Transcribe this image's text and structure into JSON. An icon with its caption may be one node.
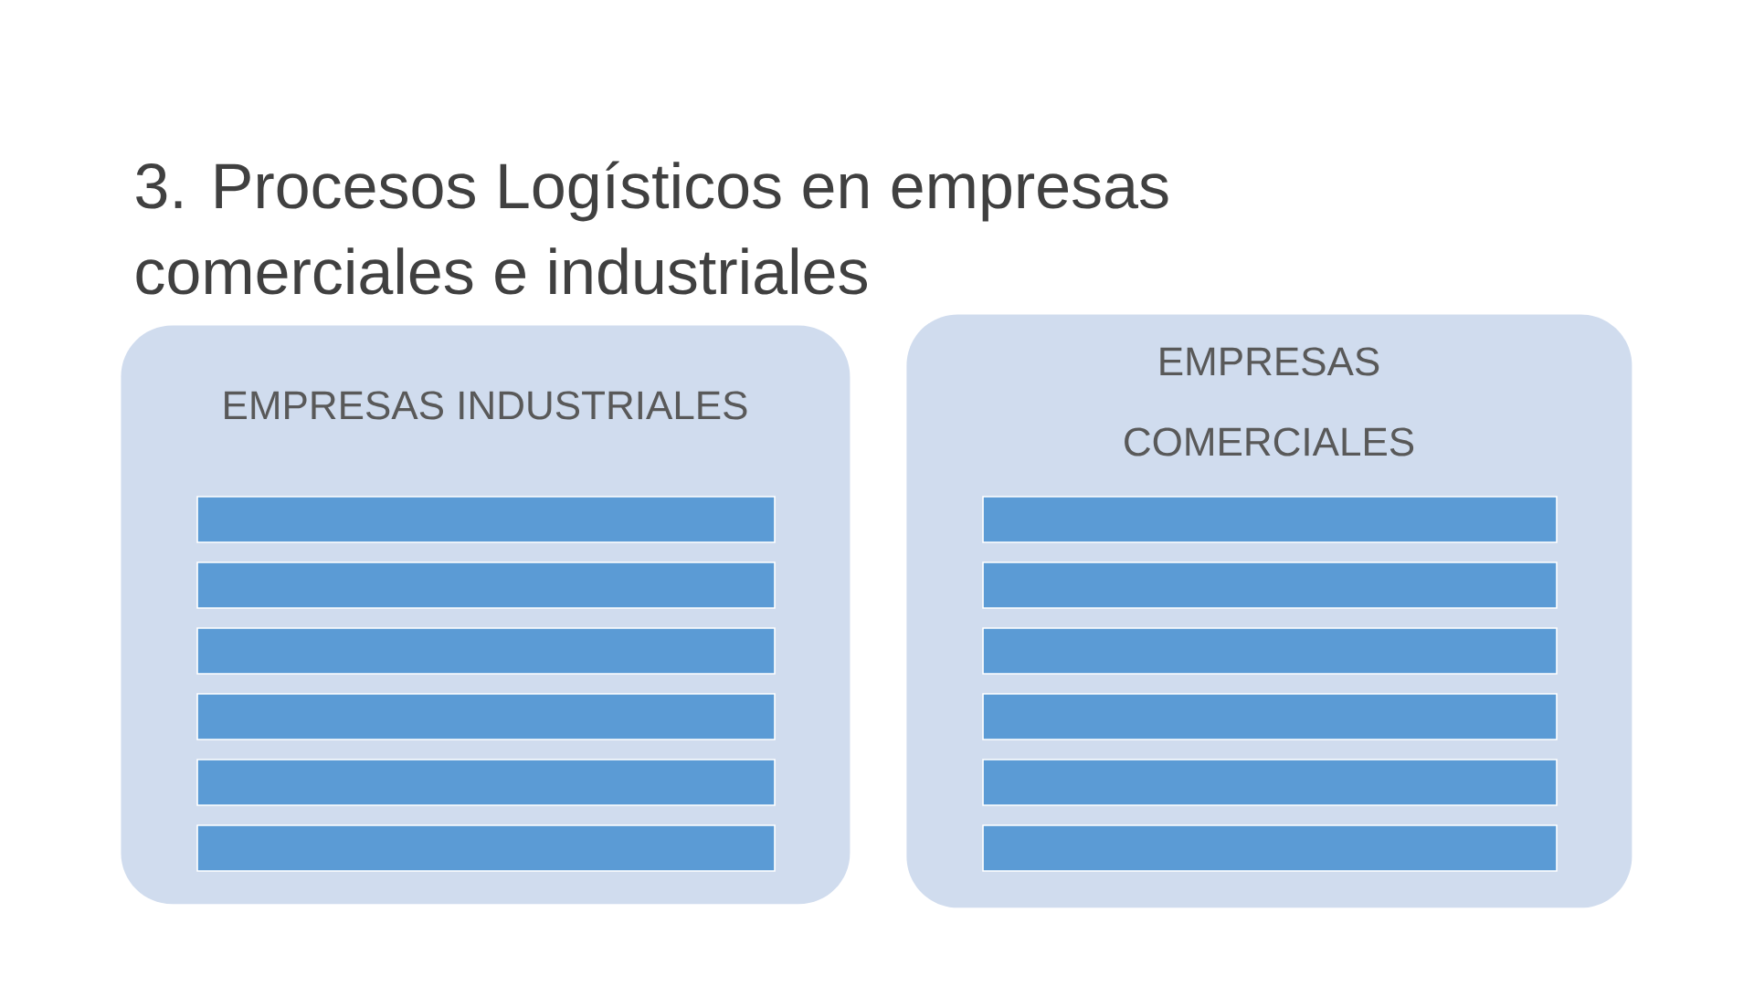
{
  "diagram": {
    "title": "3. Procesos Logísticos en empresas comerciales e industriales",
    "nodes": [
      {
        "text": [
          "EMPRESAS INDUSTRIALES"
        ]
      },
      {
        "text": [],
        "shape": "box",
        "in": 0
      },
      {
        "text": [],
        "shape": "box",
        "in": 0
      },
      {
        "text": [],
        "shape": "box",
        "in": 0
      },
      {
        "text": [],
        "shape": "box",
        "in": 0
      },
      {
        "text": [],
        "shape": "box",
        "in": 0
      },
      {
        "text": [],
        "shape": "box",
        "in": 0
      },
      {
        "text": [
          "EMPRESAS COMERCIALES"
        ]
      },
      {
        "text": [],
        "shape": "box",
        "in": 7
      },
      {
        "text": [],
        "shape": "box",
        "in": 7
      },
      {
        "text": [],
        "shape": "box",
        "in": 7
      },
      {
        "text": [],
        "shape": "box",
        "in": 7
      },
      {
        "text": [],
        "shape": "box",
        "in": 7
      },
      {
        "text": [],
        "shape": "box",
        "in": 7
      }
    ]
  }
}
